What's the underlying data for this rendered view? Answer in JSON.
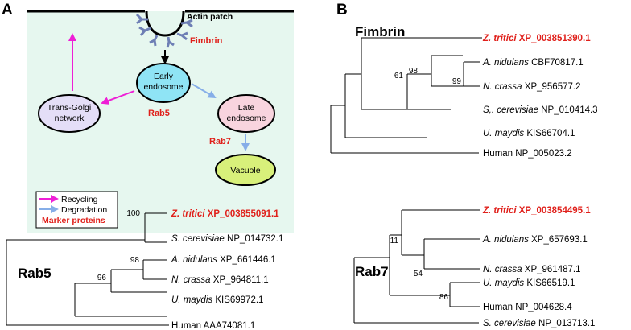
{
  "panels": {
    "a": "A",
    "b": "B"
  },
  "diagram": {
    "actin_patch": "Actin patch",
    "fimbrin": "Fimbrin",
    "early_endosome": [
      "Early",
      "endosome"
    ],
    "trans_golgi": [
      "Trans-Golgi",
      "network"
    ],
    "late_endosome": [
      "Late",
      "endosome"
    ],
    "vacuole": "Vacuole",
    "rab5": "Rab5",
    "rab7": "Rab7",
    "colors": {
      "background": "#e6f7ef",
      "early_endosome": "#8fe4f5",
      "trans_golgi": "#e4def7",
      "late_endosome": "#f8d4de",
      "vacuole": "#d8f07a",
      "recycling": "#ee1fd6",
      "degradation": "#86aee8",
      "marker": "#e0201b",
      "actin": "#6e7fb5"
    },
    "legend": {
      "recycling": "Recycling",
      "degradation": "Degradation",
      "marker": "Marker proteins"
    }
  },
  "trees": {
    "fimbrin": {
      "title": "Fimbrin",
      "leaves": [
        {
          "sp": "Z. tritici",
          "acc": "XP_003851390.1",
          "highlight": true
        },
        {
          "sp": "A. nidulans",
          "acc": "CBF70817.1",
          "highlight": false
        },
        {
          "sp": "N. crassa",
          "acc": "XP_956577.2",
          "highlight": false
        },
        {
          "sp": "S,. cerevisiae",
          "acc": "NP_010414.3",
          "highlight": false
        },
        {
          "sp": "U. maydis",
          "acc": "KIS66704.1",
          "highlight": false
        },
        {
          "sp": "",
          "acc": "Human NP_005023.2",
          "highlight": false
        }
      ],
      "bootstrap": [
        "98",
        "99",
        "61"
      ]
    },
    "rab5": {
      "title": "Rab5",
      "leaves": [
        {
          "sp": "Z. tritici",
          "acc": "XP_003855091.1",
          "highlight": true
        },
        {
          "sp": "S. cerevisiae",
          "acc": "NP_014732.1",
          "highlight": false
        },
        {
          "sp": "A. nidulans",
          "acc": "XP_661446.1",
          "highlight": false
        },
        {
          "sp": "N. crassa",
          "acc": "XP_964811.1",
          "highlight": false
        },
        {
          "sp": "U. maydis",
          "acc": "KIS69972.1",
          "highlight": false
        },
        {
          "sp": "",
          "acc": "Human AAA74081.1",
          "highlight": false
        }
      ],
      "bootstrap": [
        "100",
        "98",
        "96"
      ]
    },
    "rab7": {
      "title": "Rab7",
      "leaves": [
        {
          "sp": "Z. tritici",
          "acc": "XP_003854495.1",
          "highlight": true
        },
        {
          "sp": "A. nidulans",
          "acc": "XP_657693.1",
          "highlight": false
        },
        {
          "sp": "N. crassa",
          "acc": "XP_961487.1",
          "highlight": false
        },
        {
          "sp": "U. maydis",
          "acc": "KIS66519.1",
          "highlight": false
        },
        {
          "sp": "",
          "acc": "Human NP_004628.4",
          "highlight": false
        },
        {
          "sp": "S. cerevisiae",
          "acc": "NP_013713.1",
          "highlight": false
        }
      ],
      "bootstrap": [
        "11",
        "54",
        "86"
      ]
    }
  }
}
